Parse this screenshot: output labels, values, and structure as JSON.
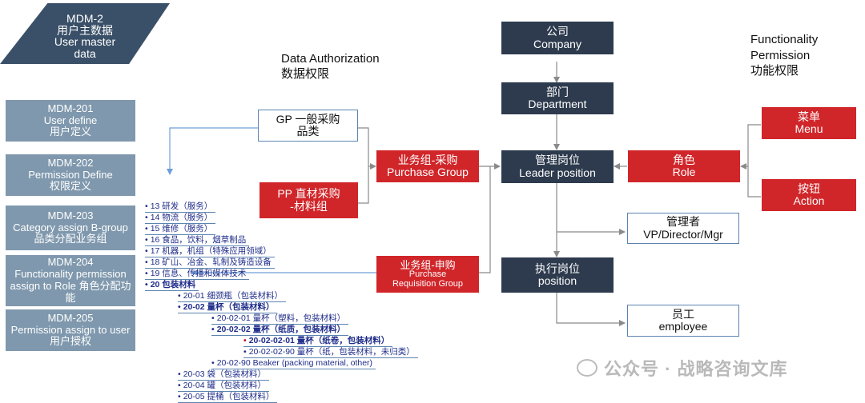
{
  "header": {
    "line1": "MDM-2",
    "line2": "用户主数据",
    "line3": "User master",
    "line4": "data"
  },
  "left_menu": [
    {
      "code": "MDM-201",
      "en": "User define",
      "zh": "用户定义"
    },
    {
      "code": "MDM-202",
      "en": "Permission Define",
      "zh": "权限定义"
    },
    {
      "code": "MDM-203",
      "en": "Category assign B-group",
      "zh": "品类分配业务组"
    },
    {
      "code": "MDM-204",
      "en": "Functionality permission",
      "en2": "assign to Role 角色分配功",
      "zh": "能"
    },
    {
      "code": "MDM-205",
      "en": "Permission assign to user",
      "zh": "用户授权"
    }
  ],
  "data_authorization": {
    "title_en": "Data Authorization",
    "title_zh": "数据权限"
  },
  "functionality_permission": {
    "line1": "Functionality",
    "line2": "Permission",
    "line3": "功能权限"
  },
  "nodes": {
    "gp": {
      "line1": "GP 一般采购",
      "line2": "品类"
    },
    "pp": {
      "line1": "PP 直材采购",
      "line2": "-材料组"
    },
    "purchase_group": {
      "zh": "业务组-采购",
      "en": "Purchase Group"
    },
    "requisition_group": {
      "zh": "业务组-申购",
      "en1": "Purchase",
      "en2": "Requisition Group"
    },
    "company": {
      "zh": "公司",
      "en": "Company"
    },
    "department": {
      "zh": "部门",
      "en": "Department"
    },
    "leader": {
      "zh": "管理岗位",
      "en": "Leader position"
    },
    "manager": {
      "zh": "管理者",
      "en": "VP/Director/Mgr"
    },
    "exec": {
      "zh": "执行岗位",
      "en": "position"
    },
    "employee": {
      "zh": "员工",
      "en": "employee"
    },
    "role": {
      "zh": "角色",
      "en": "Role"
    },
    "menu": {
      "zh": "菜单",
      "en": "Menu"
    },
    "action": {
      "zh": "按钮",
      "en": "Action"
    }
  },
  "tree": [
    "13 研发（服务）",
    "14 物流（服务）",
    "15 维修（服务）",
    "16 食品，饮料，烟草制品",
    "17 机器，机组（特殊应用领域）",
    "18 矿山、冶金、轧制及铸造设备",
    "19 信息、传播和媒体技术",
    "20 包装材料",
    "20-01 细颈瓶（包装材料）",
    "20-02 量杯（包装材料）",
    "20-02-01 量杯（塑料，包装材料）",
    "20-02-02 量杯（纸质，包装材料）",
    "20-02-02-01 量杯（纸卷，包装材料）",
    "20-02-02-90 量杯（纸，包装材料，未归类）",
    "20-02-90 Beaker (packing material, other)",
    "20-03 袋（包装材料）",
    "20-04 罐（包装材料）",
    "20-05 提桶（包装材料）"
  ],
  "watermark": "公众号 · 战略咨询文库"
}
